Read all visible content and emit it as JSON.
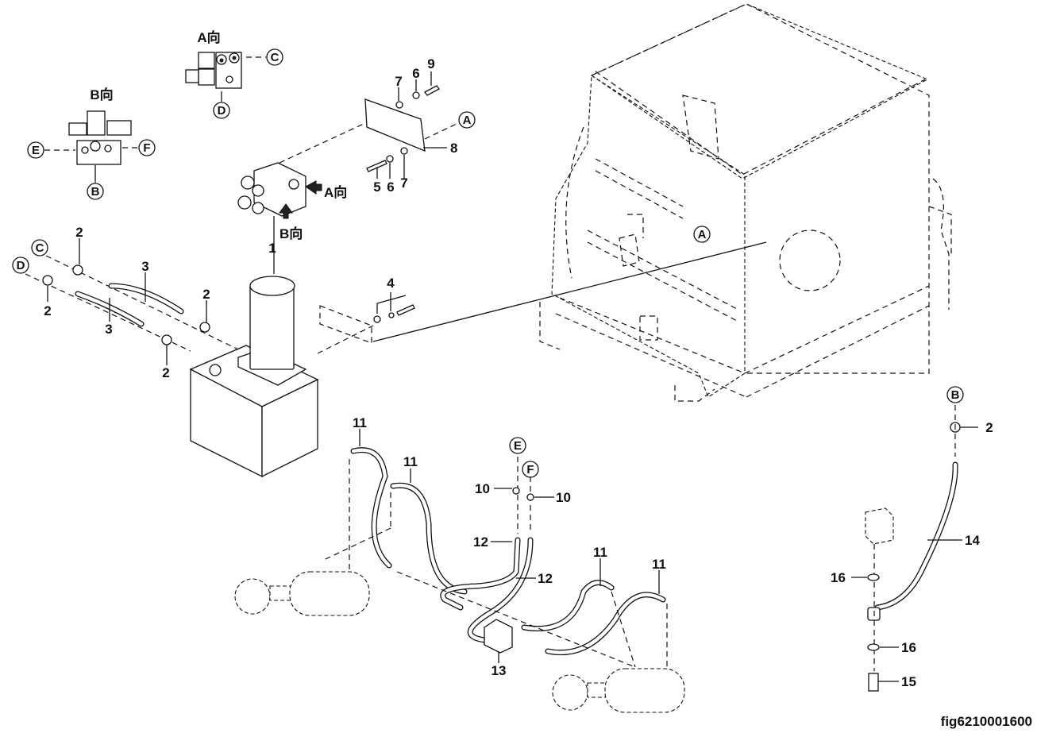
{
  "figure_id": "fig6210001600",
  "views": {
    "view_a": "A向",
    "view_b": "B向"
  },
  "callouts": [
    "A",
    "B",
    "C",
    "D",
    "E",
    "F"
  ],
  "part_labels": {
    "p1": "1",
    "p2": "2",
    "p3": "3",
    "p4": "4",
    "p5": "5",
    "p6": "6",
    "p7": "7",
    "p8": "8",
    "p9": "9",
    "p10": "10",
    "p11": "11",
    "p12": "12",
    "p13": "13",
    "p14": "14",
    "p15": "15",
    "p16": "16"
  }
}
